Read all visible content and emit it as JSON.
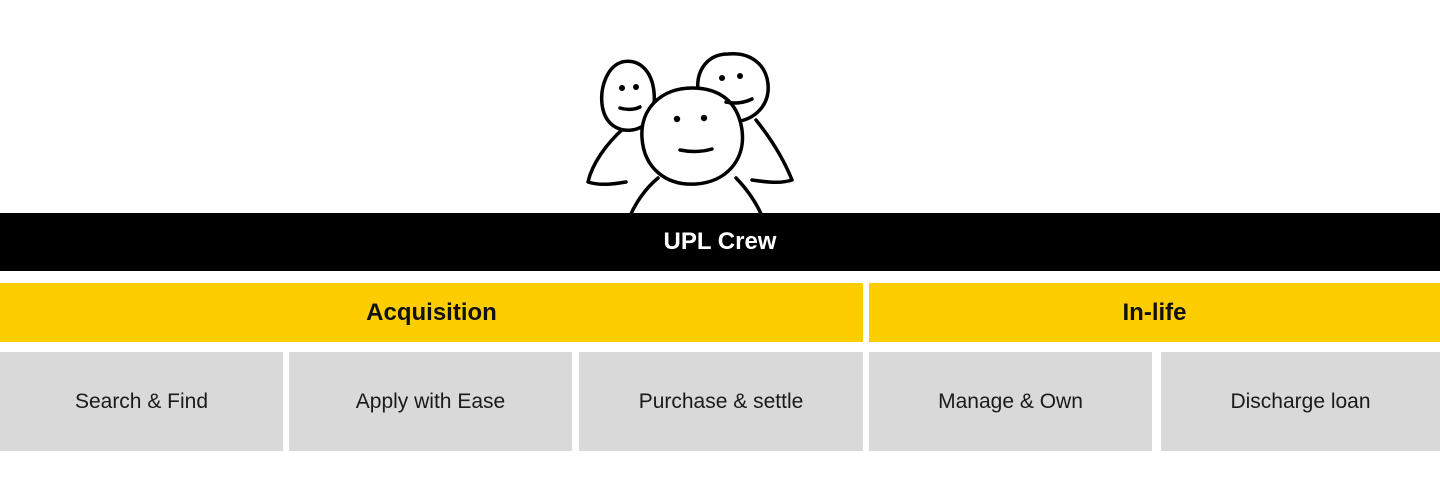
{
  "illustration": {
    "icon": "crew-people-icon",
    "figure_count": 3
  },
  "crew": {
    "label": "UPL Crew"
  },
  "phases": [
    {
      "label": "Acquisition"
    },
    {
      "label": "In-life"
    }
  ],
  "stages": [
    {
      "label": "Search & Find"
    },
    {
      "label": "Apply with Ease"
    },
    {
      "label": "Purchase & settle"
    },
    {
      "label": "Manage & Own"
    },
    {
      "label": "Discharge loan"
    }
  ],
  "colors": {
    "crew_bar": "#000000",
    "phase_bar": "#fecd00",
    "stage_box": "#d9d9d9"
  }
}
